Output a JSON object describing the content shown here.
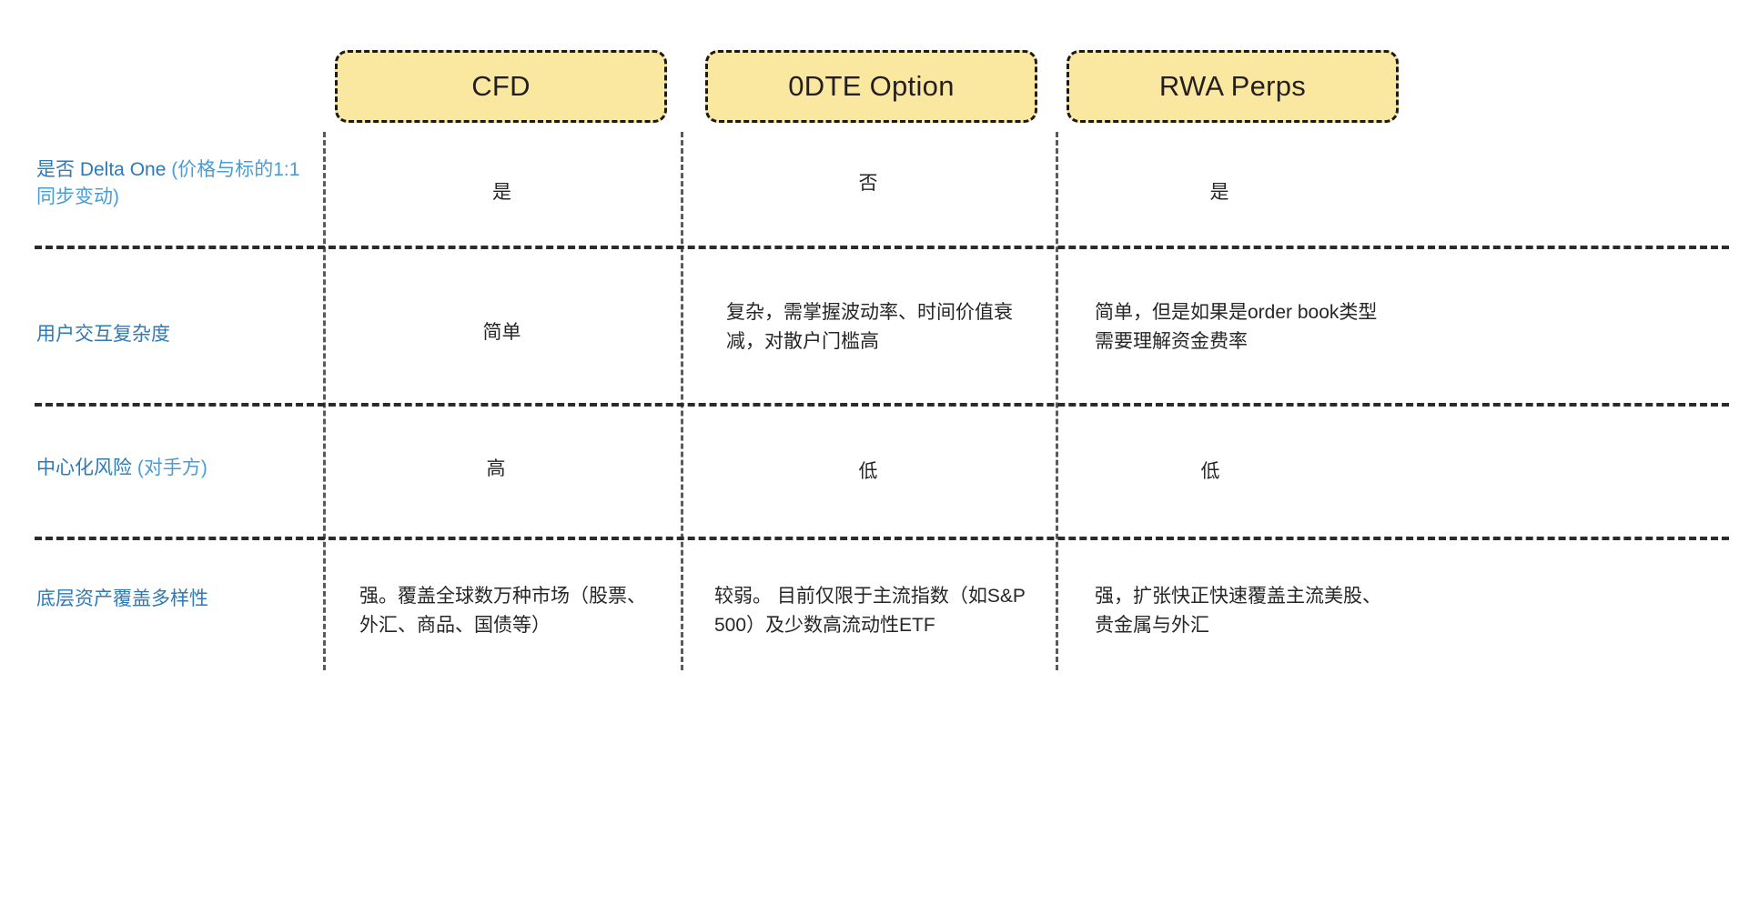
{
  "columns": [
    {
      "key": "cfd",
      "label": "CFD"
    },
    {
      "key": "odte",
      "label": "0DTE Option"
    },
    {
      "key": "rwa",
      "label": "RWA Perps"
    }
  ],
  "colors": {
    "header_fill": "#FBE8A0",
    "header_border": "#1a1a1a",
    "label_blue": "#2E79B8",
    "label_blue_light": "#4A9CD8",
    "cell_text": "#262626",
    "divider": "#2b2b2b",
    "background": "#ffffff"
  },
  "rows": [
    {
      "label_main": "是否 Delta One ",
      "label_sub": "(价格与标的1:1同步变动)",
      "cfd": "是",
      "odte": "否",
      "rwa": "是"
    },
    {
      "label_main": "用户交互复杂度",
      "label_sub": "",
      "cfd": "简单",
      "odte": "复杂，需掌握波动率、时间价值衰减，对散户门槛高",
      "rwa": "简单，但是如果是order book类型需要理解资金费率"
    },
    {
      "label_main": "中心化风险 ",
      "label_sub": "(对手方)",
      "cfd": "高",
      "odte": "低",
      "rwa": "低"
    },
    {
      "label_main": "底层资产覆盖多样性",
      "label_sub": "",
      "cfd": "强。覆盖全球数万种市场（股票、外汇、商品、国债等）",
      "odte": "较弱。 目前仅限于主流指数（如S&P 500）及少数高流动性ETF",
      "rwa": "强，扩张快正快速覆盖主流美股、贵金属与外汇"
    }
  ]
}
